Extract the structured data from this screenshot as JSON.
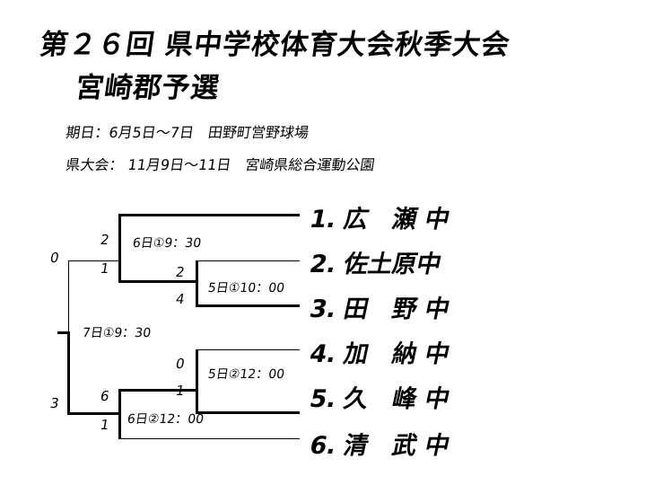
{
  "title": {
    "line1": "第２６回 県中学校体育大会秋季大会",
    "line2": "宮崎郡予選"
  },
  "info": {
    "period": "期日：6月5日～7日　田野町営野球場",
    "prefectural": "県大会： 11月9日～11日　宮崎県総合運動公園"
  },
  "bracket": {
    "final_score_top": "0",
    "final_score_bottom": "3",
    "final_match": "7日①9：30",
    "semi_top": {
      "score_winner": "2",
      "score_loser": "1",
      "match": "6日①9：30"
    },
    "qf_top": {
      "score_top": "2",
      "score_bottom": "4",
      "match": "5日①10：00"
    },
    "qf_bottom": {
      "score_top": "0",
      "score_bottom": "1",
      "match": "5日②12：00"
    },
    "semi_bottom": {
      "score_winner": "6",
      "score_loser": "1",
      "match": "6日②12：00"
    }
  },
  "teams": [
    {
      "rank": "1.",
      "name": "広　瀬 中"
    },
    {
      "rank": "2.",
      "name": "佐土原中"
    },
    {
      "rank": "3.",
      "name": "田　野 中"
    },
    {
      "rank": "4.",
      "name": "加　納 中"
    },
    {
      "rank": "5.",
      "name": "久　峰 中"
    },
    {
      "rank": "6.",
      "name": "清　武 中"
    }
  ]
}
